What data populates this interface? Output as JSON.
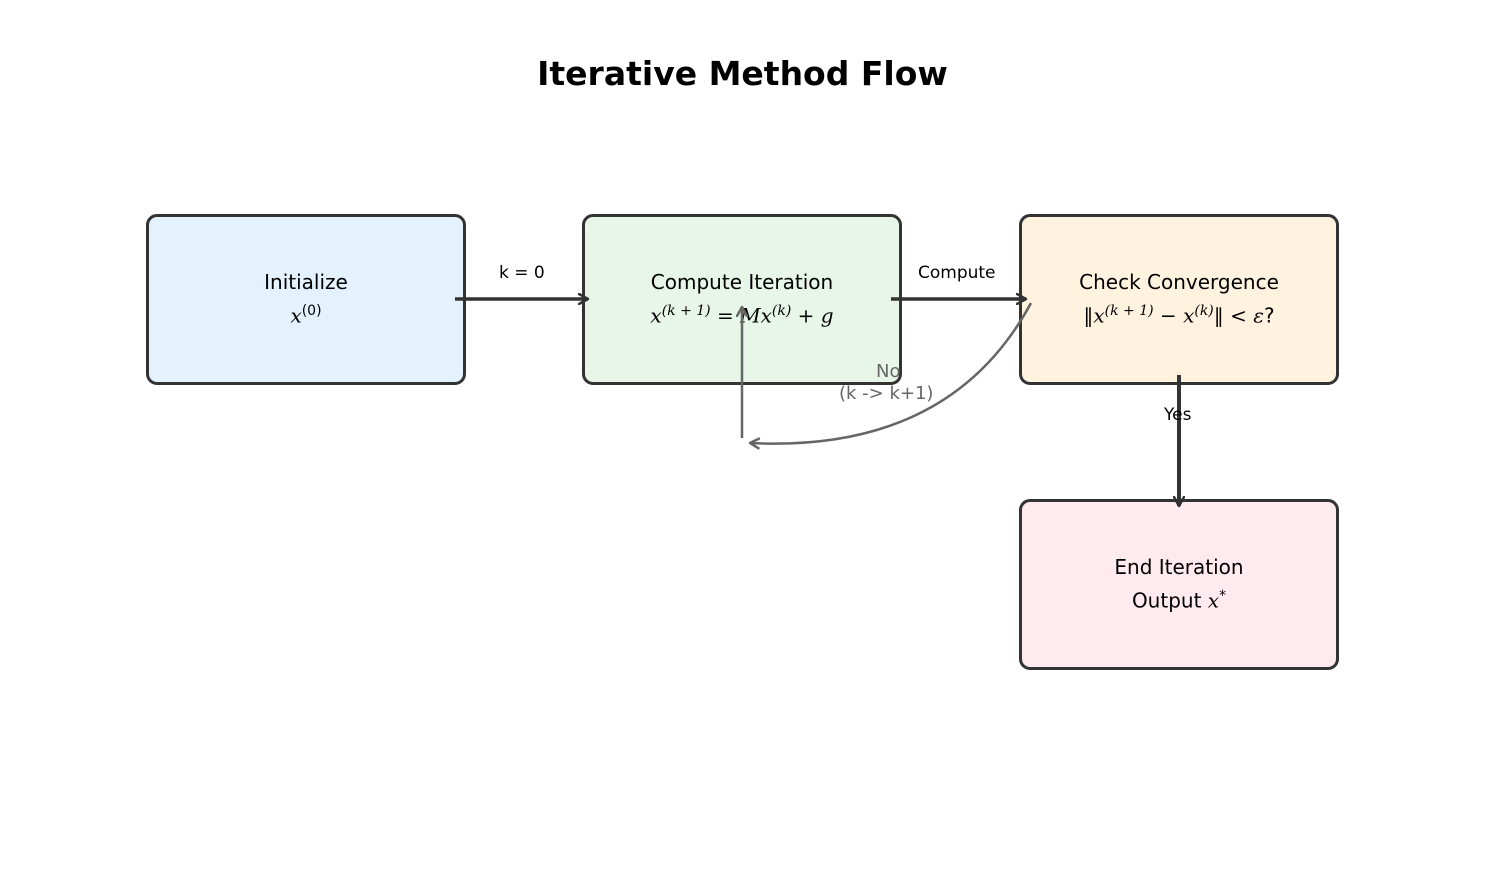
{
  "title": "Iterative Method Flow",
  "colors": {
    "border": "#333333",
    "init_fill": "#e3f2fd",
    "compute_fill": "#e8f5e9",
    "check_fill": "#fff3e0",
    "end_fill": "#ffebee",
    "loop_edge": "#666666"
  },
  "nodes": {
    "init": {
      "label": "Initialize",
      "formula_base": "x",
      "formula_sup": "(0)"
    },
    "compute": {
      "label": "Compute Iteration",
      "formula": {
        "lhs": "x",
        "lhs_sup": "(k + 1)",
        "mid": " = Mx",
        "mid_sup": "(k)",
        "tail": " + g"
      }
    },
    "check": {
      "label": "Check Convergence",
      "formula": {
        "open": "‖x",
        "sup1": "(k + 1)",
        "minus": " − x",
        "sup2": "(k)",
        "close": "‖ < ε",
        "q": "?"
      }
    },
    "end": {
      "label": "End Iteration",
      "output_prefix": "Output ",
      "output_var": "x",
      "output_sup": "*"
    }
  },
  "edges": {
    "init_to_compute": "k = 0",
    "compute_to_check": "Compute",
    "check_to_end": "Yes",
    "loop_no": "No",
    "loop_increment": "(k -> k+1)"
  }
}
